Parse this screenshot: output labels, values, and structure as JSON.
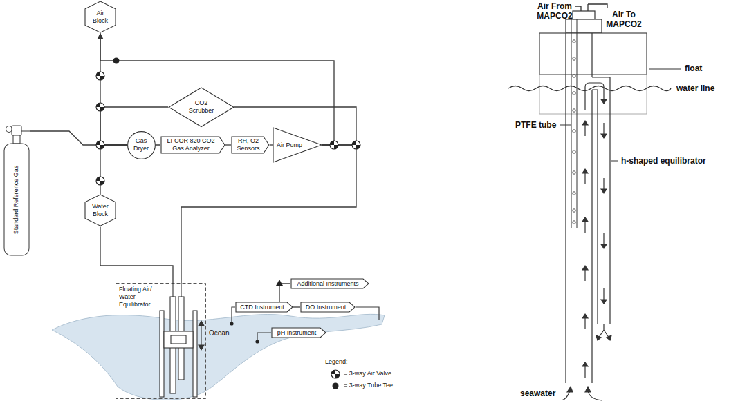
{
  "diagram": {
    "nodes": [
      {
        "text": [
          "Air Block"
        ]
      },
      {
        "text": [
          "CO2 Scrubber"
        ]
      },
      {
        "text": [
          "Standard Reference Gas"
        ]
      },
      {
        "text": [
          "Gas Dryer"
        ]
      },
      {
        "text": [
          "LI-COR 820 CO2 Gas Analyzer"
        ]
      },
      {
        "text": [
          "RH, O2 Sensors"
        ]
      },
      {
        "text": [
          "Air Pump"
        ]
      },
      {
        "text": [
          "Water Block"
        ]
      },
      {
        "text": [
          "Additional Instruments"
        ]
      },
      {
        "text": [
          "CTD Instrument"
        ]
      },
      {
        "text": [
          "DO Instrument"
        ]
      },
      {
        "text": [
          "Floating Air/ Water Equilibrator"
        ]
      },
      {
        "text": [
          "pH Instrument"
        ]
      }
    ],
    "edges": [
      {
        "from": 2,
        "to": 3,
        "arrow": "none"
      },
      {
        "from": 3,
        "to": 4,
        "arrow": "none"
      },
      {
        "from": 4,
        "to": 5,
        "arrow": "none"
      },
      {
        "from": 5,
        "to": 6,
        "arrow": "none"
      },
      {
        "from": 6,
        "to": 0,
        "arrow": "to"
      },
      {
        "from": 6,
        "to": 1,
        "arrow": "none"
      },
      {
        "from": 6,
        "to": 11,
        "arrow": "none"
      },
      {
        "from": 1,
        "to": 3,
        "arrow": "none"
      },
      {
        "from": 0,
        "to": 3,
        "arrow": "none"
      },
      {
        "from": 7,
        "to": 3,
        "arrow": "none"
      },
      {
        "from": 11,
        "to": 7,
        "arrow": "none"
      },
      {
        "from": 9,
        "to": 10,
        "arrow": "none"
      },
      {
        "from": 9,
        "to": 8,
        "arrow": "none"
      }
    ],
    "labels": [
      "Ocean",
      "Legend:",
      "Air From MAPCO2",
      "Air To MAPCO2",
      "float",
      "water line",
      "PTFE tube",
      "h-shaped equilibrator",
      "seawater"
    ],
    "legend": [
      {
        "text": "= 3-way Air Valve"
      },
      {
        "text": "= 3-way Tube Tee"
      }
    ]
  }
}
